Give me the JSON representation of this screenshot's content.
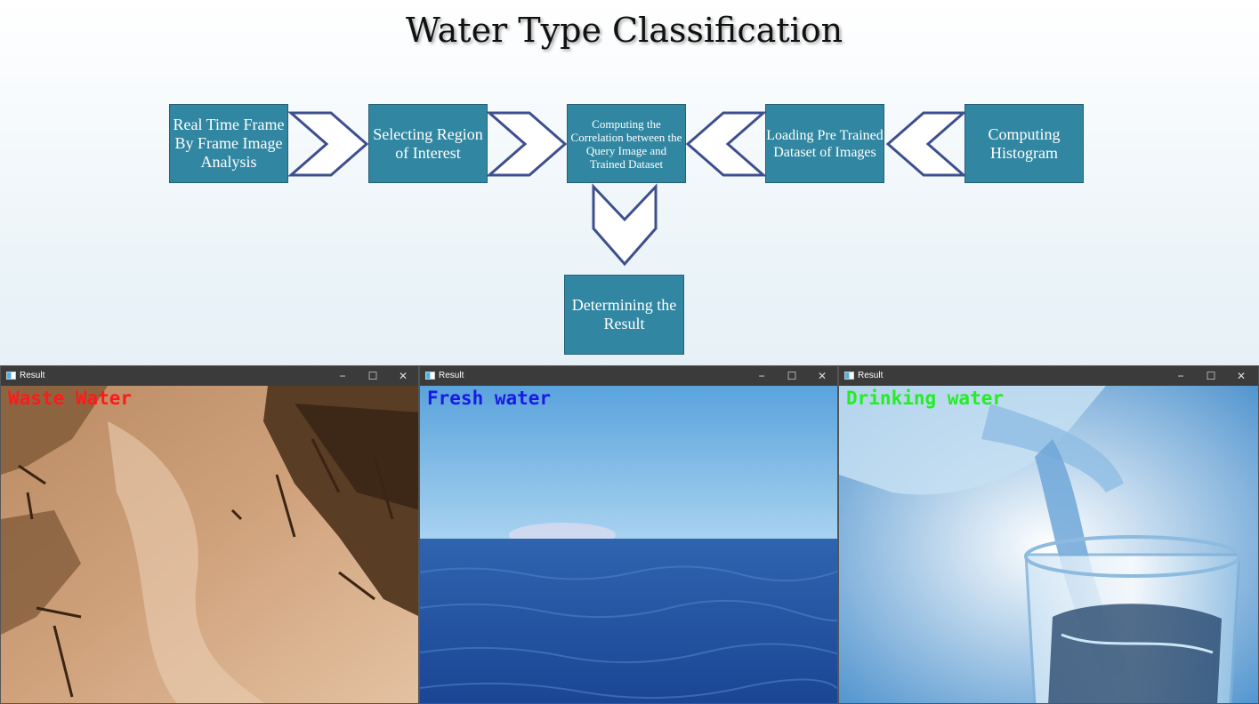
{
  "title": "Water Type Classification",
  "flow": {
    "box1": "Real Time Frame By Frame Image Analysis",
    "box2": "Selecting Region of Interest",
    "box3": "Computing the Correlation between the Query Image and Trained Dataset",
    "box4": "Loading Pre Trained Dataset of Images",
    "box5": "Computing Histogram",
    "result": "Determining the Result"
  },
  "windows": [
    {
      "title": "Result",
      "label": "Waste Water",
      "label_color": "#ff1a1a"
    },
    {
      "title": "Result",
      "label": "Fresh water",
      "label_color": "#1a1ae6"
    },
    {
      "title": "Result",
      "label": "Drinking water",
      "label_color": "#22ee22"
    }
  ],
  "colors": {
    "box_fill": "#3187a2",
    "arrow_stroke": "#3e4f8f"
  },
  "icons": {
    "minimize": "−",
    "maximize": "☐",
    "close": "✕"
  }
}
